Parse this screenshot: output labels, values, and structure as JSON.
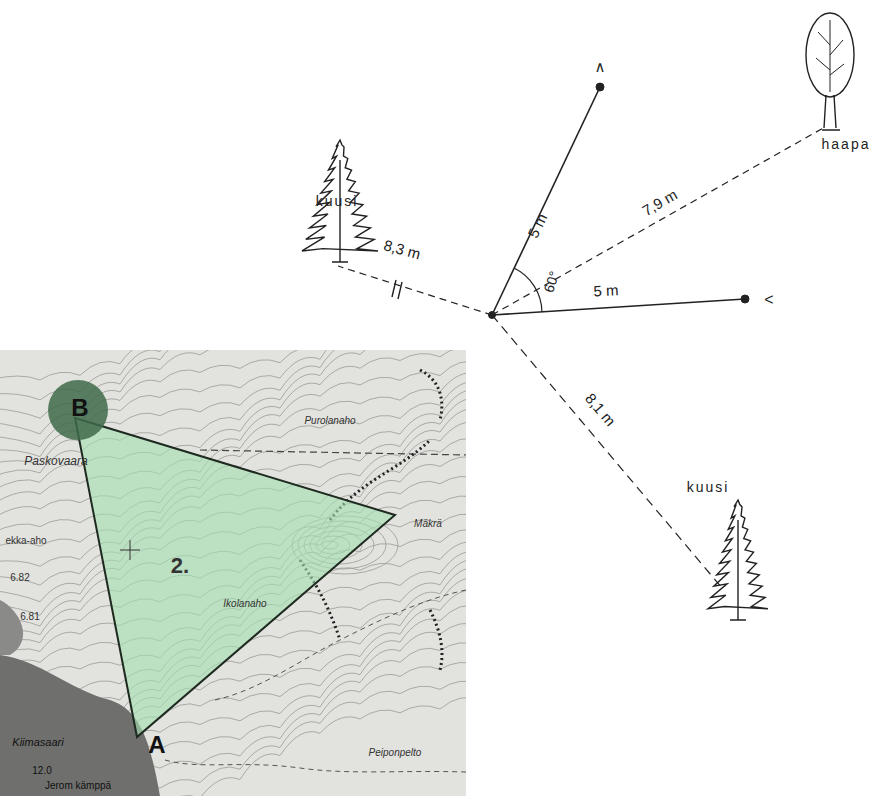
{
  "diagram": {
    "labels": [
      "kuusi",
      "haapa",
      "kuusi",
      "8,3 m",
      "7,9 m",
      "5 m",
      "60°",
      "5 m",
      "8,1 m",
      "∧",
      "<",
      "B",
      "A",
      "2.",
      "Paskovaara",
      "Purolanaho",
      "Mäkrä",
      "Ikolanaho",
      "ekka-aho",
      "6.82",
      "6.81",
      "Kiimasaari",
      "12.0",
      "Jerom kämppä",
      "Peiponpelto"
    ]
  }
}
